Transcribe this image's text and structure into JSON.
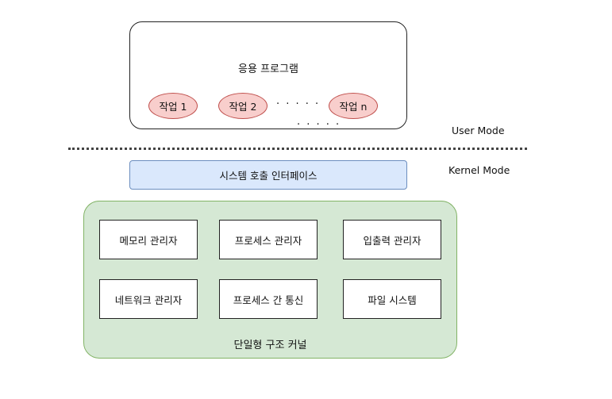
{
  "app": {
    "title": "응용 프로그램",
    "tasks": [
      "작업 1",
      "작업 2",
      "작업 n"
    ],
    "dots_inline": "· · · · ·",
    "dots_below": "· · · · ·"
  },
  "modes": {
    "user": "User Mode",
    "kernel": "Kernel Mode"
  },
  "syscall": {
    "label": "시스템 호출 인터페이스"
  },
  "kernel": {
    "label": "단일형 구조 커널",
    "managers": [
      "메모리 관리자",
      "프로세스 관리자",
      "입출력 관리자",
      "네트워크 관리자",
      "프로세스 간 통신",
      "파일 시스템"
    ]
  },
  "colors": {
    "task_fill": "#f8cecc",
    "task_stroke": "#c0504d",
    "syscall_fill": "#dae8fc",
    "syscall_stroke": "#6c8ebf",
    "kernel_fill": "#d5e8d4",
    "kernel_stroke": "#82b366"
  }
}
